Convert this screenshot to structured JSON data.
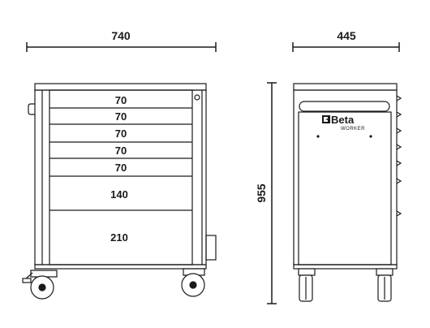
{
  "dimensions": {
    "front_width": "740",
    "side_depth": "445",
    "height": "955"
  },
  "drawers": [
    "70",
    "70",
    "70",
    "70",
    "70",
    "140",
    "210"
  ],
  "brand": {
    "name": "Beta",
    "subline": "WORKER"
  },
  "colors": {
    "line": "#1a1a1a",
    "background": "#ffffff"
  }
}
